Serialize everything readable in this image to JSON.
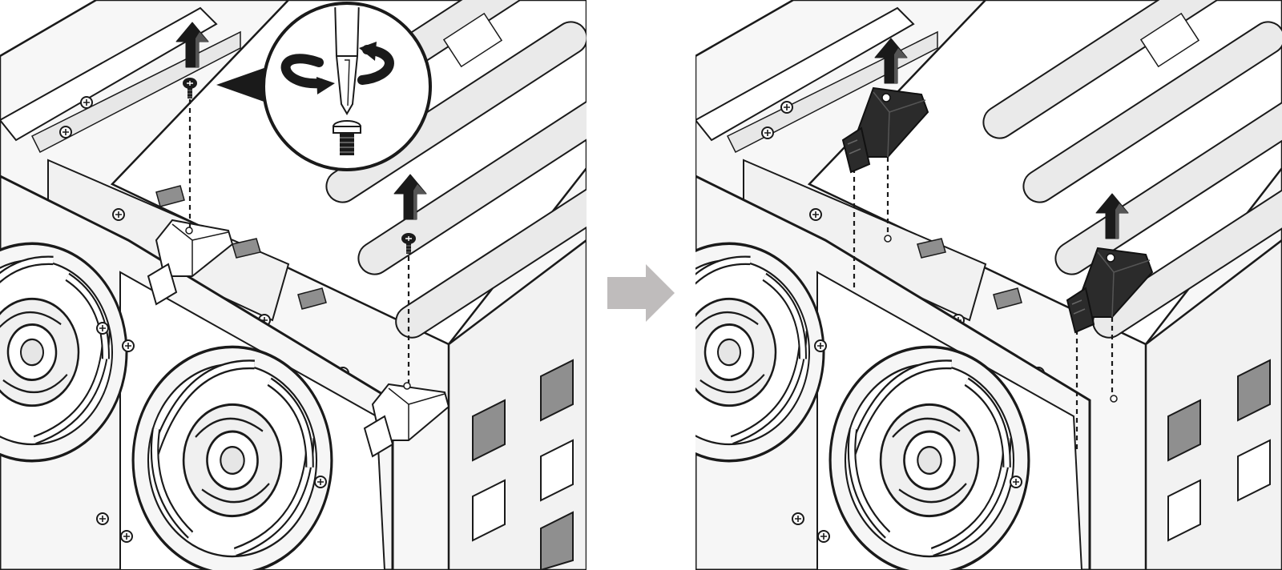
{
  "figure": {
    "type": "instruction-illustration",
    "colors": {
      "background": "#ffffff",
      "line": "#1a1a1a",
      "panel_shade": "#e9e9e9",
      "chassis_fill": "#f4f4f4",
      "hole_fill": "#8f8f8f",
      "bracket_dark": "#2b2b2b",
      "step_arrow": "#bfbcbc"
    },
    "panels": [
      {
        "name": "step-before",
        "content": [
          "fan-assembly",
          "chassis-frame",
          "white-brackets",
          "screws",
          "lift-arrows",
          "screwdriver-callout"
        ]
      },
      {
        "name": "step-after",
        "content": [
          "fan-assembly",
          "chassis-frame",
          "black-brackets",
          "lift-arrows"
        ]
      }
    ],
    "icons": [
      "up-arrow-icon",
      "rotate-icon",
      "screwdriver-icon",
      "screw-icon",
      "right-arrow-icon"
    ]
  }
}
